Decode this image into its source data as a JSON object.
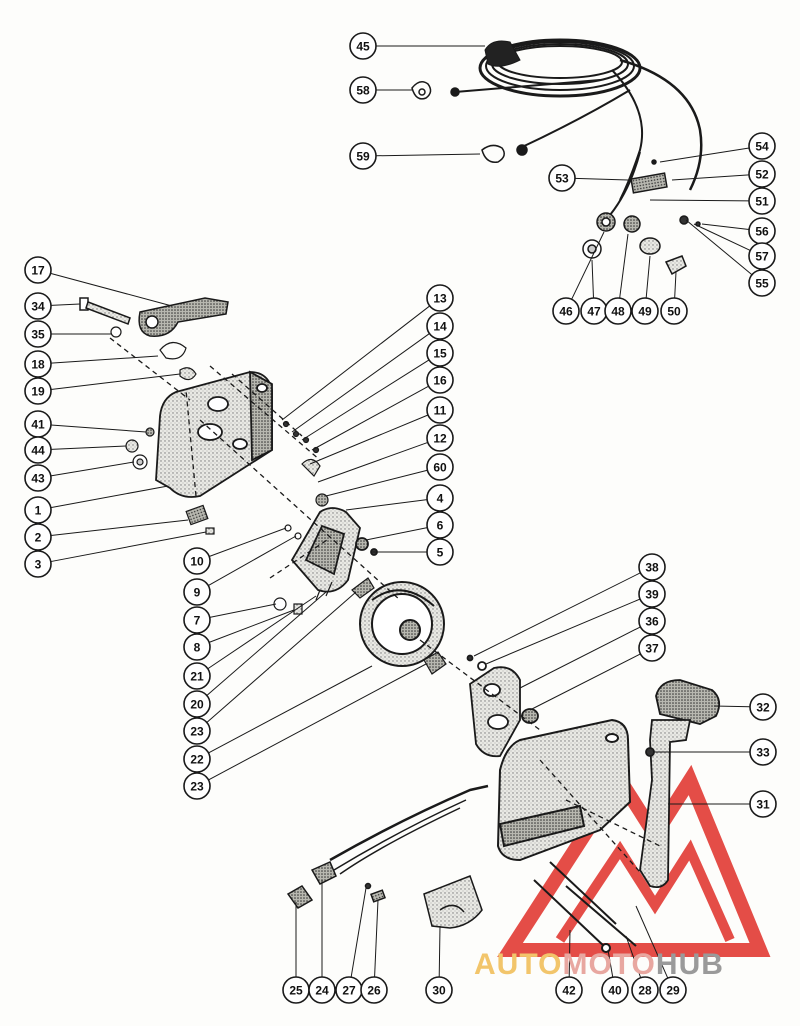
{
  "callouts": [
    {
      "num": "45",
      "pos": "left"
    },
    {
      "num": "58",
      "pos": "left"
    },
    {
      "num": "59",
      "pos": "left"
    },
    {
      "num": "54",
      "pos": "right"
    },
    {
      "num": "53",
      "pos": "left"
    },
    {
      "num": "52",
      "pos": "right"
    },
    {
      "num": "51",
      "pos": "right"
    },
    {
      "num": "56",
      "pos": "right"
    },
    {
      "num": "57",
      "pos": "right"
    },
    {
      "num": "55",
      "pos": "right"
    },
    {
      "num": "46",
      "pos": "below"
    },
    {
      "num": "47",
      "pos": "below"
    },
    {
      "num": "48",
      "pos": "below"
    },
    {
      "num": "49",
      "pos": "below"
    },
    {
      "num": "50",
      "pos": "below"
    },
    {
      "num": "17",
      "pos": "left"
    },
    {
      "num": "34",
      "pos": "left"
    },
    {
      "num": "35",
      "pos": "left"
    },
    {
      "num": "18",
      "pos": "left"
    },
    {
      "num": "19",
      "pos": "left"
    },
    {
      "num": "41",
      "pos": "left"
    },
    {
      "num": "44",
      "pos": "left"
    },
    {
      "num": "43",
      "pos": "left"
    },
    {
      "num": "1",
      "pos": "left"
    },
    {
      "num": "2",
      "pos": "left"
    },
    {
      "num": "3",
      "pos": "left"
    },
    {
      "num": "13",
      "pos": "right"
    },
    {
      "num": "14",
      "pos": "right"
    },
    {
      "num": "15",
      "pos": "right"
    },
    {
      "num": "16",
      "pos": "right"
    },
    {
      "num": "11",
      "pos": "right"
    },
    {
      "num": "12",
      "pos": "right"
    },
    {
      "num": "60",
      "pos": "right"
    },
    {
      "num": "4",
      "pos": "right"
    },
    {
      "num": "6",
      "pos": "right"
    },
    {
      "num": "5",
      "pos": "right"
    },
    {
      "num": "10",
      "pos": "left"
    },
    {
      "num": "9",
      "pos": "left"
    },
    {
      "num": "7",
      "pos": "left"
    },
    {
      "num": "8",
      "pos": "left"
    },
    {
      "num": "21",
      "pos": "left"
    },
    {
      "num": "20",
      "pos": "left"
    },
    {
      "num": "23",
      "pos": "left"
    },
    {
      "num": "22",
      "pos": "left"
    },
    {
      "num": "23",
      "pos": "left"
    },
    {
      "num": "38",
      "pos": "right"
    },
    {
      "num": "39",
      "pos": "right"
    },
    {
      "num": "36",
      "pos": "right"
    },
    {
      "num": "37",
      "pos": "right"
    },
    {
      "num": "32",
      "pos": "right"
    },
    {
      "num": "33",
      "pos": "right"
    },
    {
      "num": "31",
      "pos": "right"
    },
    {
      "num": "25",
      "pos": "below"
    },
    {
      "num": "24",
      "pos": "below"
    },
    {
      "num": "27",
      "pos": "below"
    },
    {
      "num": "26",
      "pos": "below"
    },
    {
      "num": "30",
      "pos": "below"
    },
    {
      "num": "42",
      "pos": "below"
    },
    {
      "num": "40",
      "pos": "below"
    },
    {
      "num": "28",
      "pos": "below"
    },
    {
      "num": "29",
      "pos": "below"
    }
  ],
  "watermark": {
    "part_a": "AUTO",
    "part_b": "MOTO",
    "part_c": "HUB",
    "color_a": "#f2c56b",
    "color_b": "#e8a7a0",
    "color_c": "#9a9a9a",
    "triangle_color": "#e23a34"
  },
  "ink_color": "#1a1a1a"
}
